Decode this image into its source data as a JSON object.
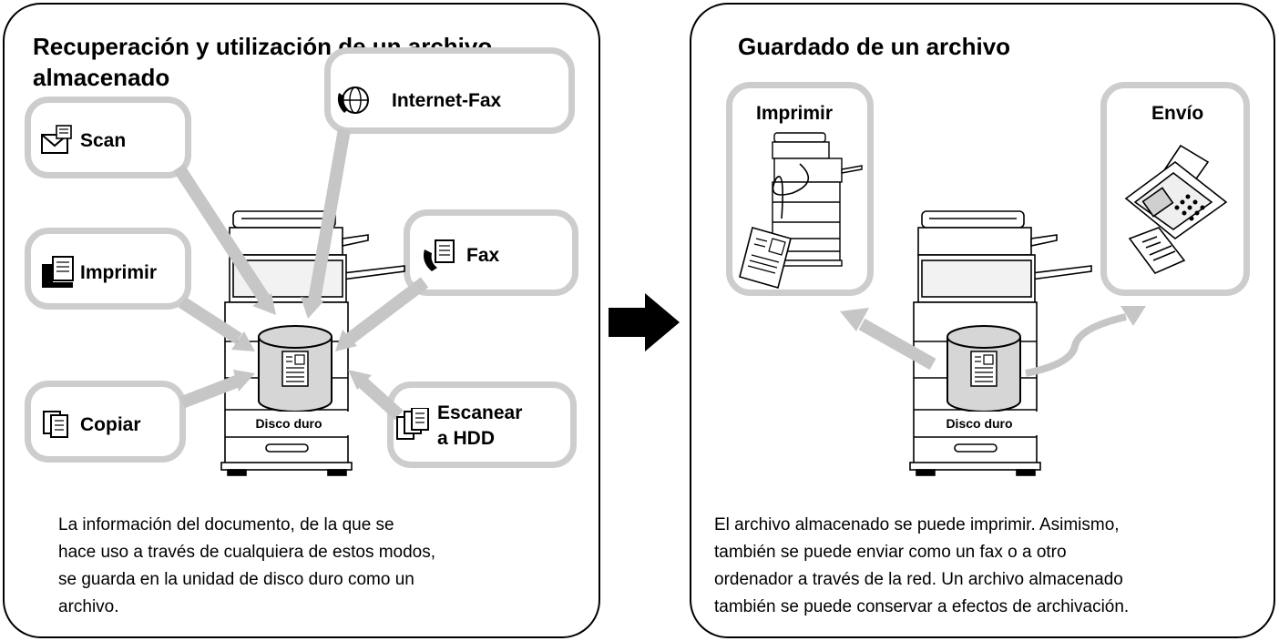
{
  "left": {
    "title_line1": "Recuperación y utilización de un archivo",
    "title_line2": "almacenado",
    "modes": {
      "scan": "Scan",
      "imprimir": "Imprimir",
      "copiar": "Copiar",
      "internet_fax": "Internet-Fax",
      "fax": "Fax",
      "escanear_line1": "Escanear",
      "escanear_line2": "a HDD"
    },
    "disk_label": "Disco duro",
    "description": [
      "La información del documento, de la que se",
      "hace uso a través de cualquiera de estos modos,",
      "se guarda en la unidad de disco duro como un",
      "archivo."
    ]
  },
  "right": {
    "title": "Guardado de un archivo",
    "imprimir": "Imprimir",
    "envio": "Envío",
    "disk_label": "Disco duro",
    "description": [
      "El archivo almacenado se puede imprimir. Asimismo,",
      "también se puede enviar como un fax o a otro",
      "ordenador a través de la red. Un archivo almacenado",
      "también se puede conservar a efectos de archivación."
    ]
  },
  "colors": {
    "border": "#000000",
    "mode_box_border": "#cdcdcd",
    "arrow_gray": "#c6c6c6",
    "disk_fill": "#d6d6d6",
    "big_arrow": "#000000"
  },
  "icons": [
    "scan-icon",
    "printer-icon",
    "copy-icon",
    "internet-fax-icon",
    "fax-icon",
    "scan-to-hdd-icon",
    "hard-disk-icon",
    "multifunction-printer-icon",
    "fax-machine-icon",
    "printed-document-icon",
    "right-arrow-icon"
  ]
}
